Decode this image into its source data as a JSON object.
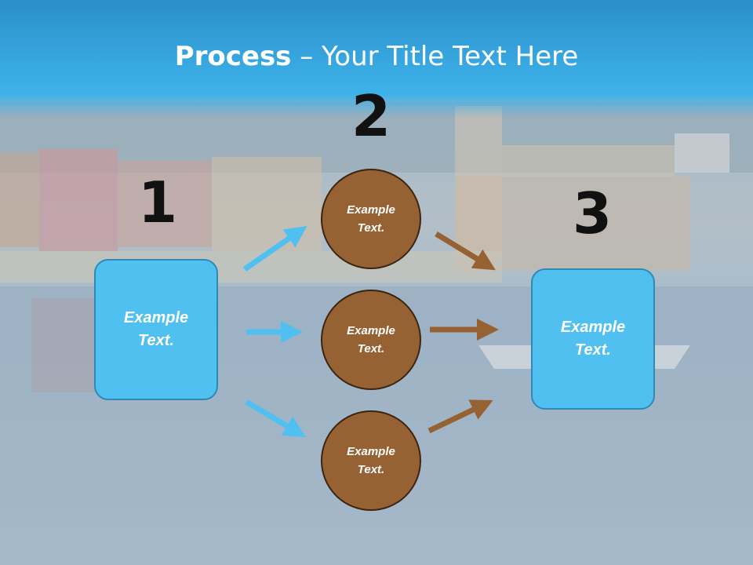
{
  "slide": {
    "title_bold": "Process",
    "title_rest": " – Your Title Text Here",
    "steps": {
      "one": "1",
      "two": "2",
      "three": "3"
    },
    "left_box": {
      "line1": "Example",
      "line2": "Text."
    },
    "right_box": {
      "line1": "Example",
      "line2": "Text."
    },
    "circles": [
      {
        "line1": "Example",
        "line2": "Text."
      },
      {
        "line1": "Example",
        "line2": "Text."
      },
      {
        "line1": "Example",
        "line2": "Text."
      }
    ]
  },
  "colors": {
    "header": "#38a8e0",
    "box_fill": "#4fc0ef",
    "circle_fill": "#976233",
    "arrow_blue": "#4fc0ef",
    "arrow_brown": "#976233"
  }
}
